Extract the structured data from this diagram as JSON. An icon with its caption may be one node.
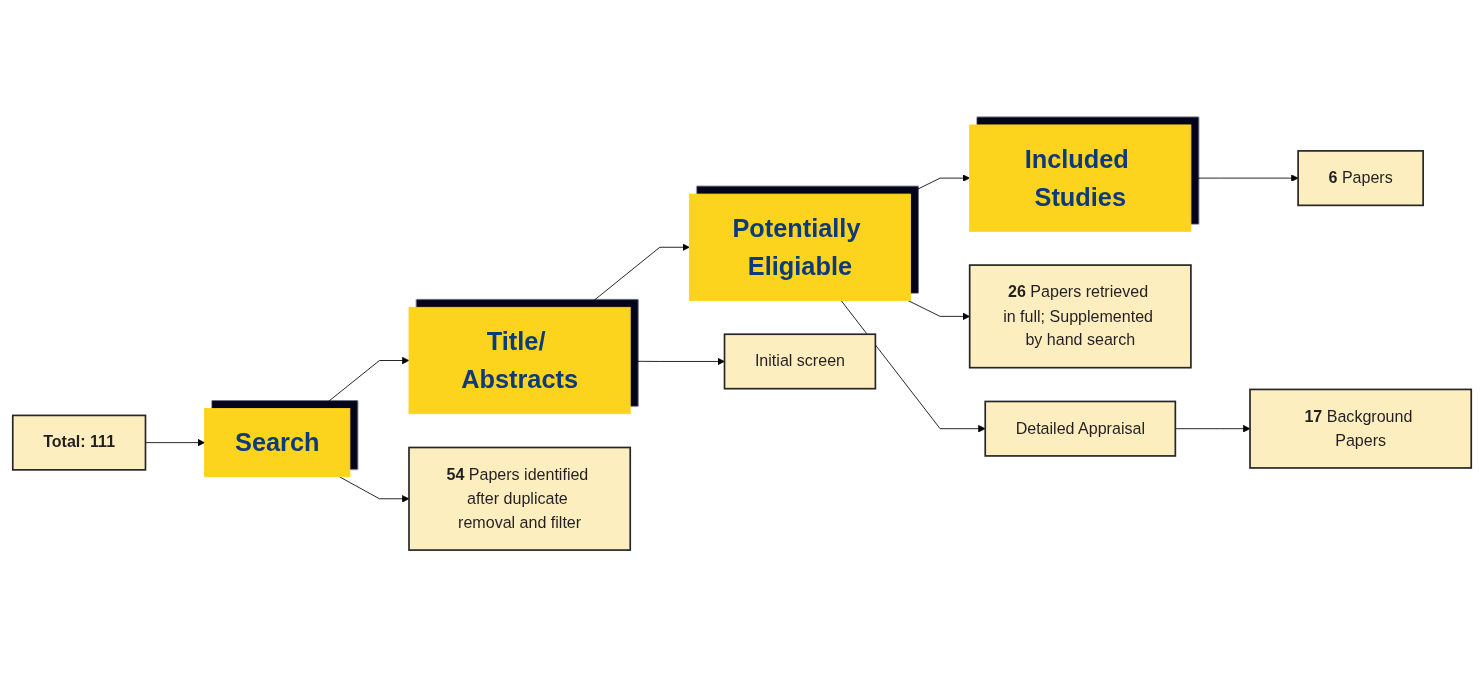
{
  "diagram": {
    "nodes": [
      {
        "text": [
          "Search"
        ]
      },
      {
        "text": [
          "Title/ Abstracts"
        ]
      },
      {
        "text": [
          "Potentially Eligiable"
        ]
      },
      {
        "text": [
          "Included Studies"
        ]
      },
      {
        "text": [
          "Total: 111"
        ]
      },
      {
        "text": [
          "**54** Papers identified after duplicate removal and filter"
        ]
      },
      {
        "text": [
          "Initial screen"
        ]
      },
      {
        "text": [
          "**26** Papers retrieved in full; Supplemented by hand search"
        ]
      },
      {
        "text": [
          "Detailed Appraisal"
        ]
      },
      {
        "text": [
          "**17** Background Papers"
        ]
      },
      {
        "text": [
          "**6** Papers"
        ]
      }
    ],
    "edges": [
      {
        "from": 4,
        "to": 0,
        "arrow": "to"
      },
      {
        "from": 0,
        "to": 1,
        "arrow": "to"
      },
      {
        "from": 0,
        "to": 5,
        "arrow": "to"
      },
      {
        "from": 1,
        "to": 2,
        "arrow": "to"
      },
      {
        "from": 1,
        "to": 6,
        "arrow": "to"
      },
      {
        "from": 2,
        "to": 3,
        "arrow": "to"
      },
      {
        "from": 2,
        "to": 8,
        "arrow": "to"
      },
      {
        "from": 2,
        "to": 7,
        "arrow": "to"
      },
      {
        "from": 8,
        "to": 9,
        "arrow": "to"
      },
      {
        "from": 3,
        "to": 10,
        "arrow": "to"
      }
    ]
  }
}
